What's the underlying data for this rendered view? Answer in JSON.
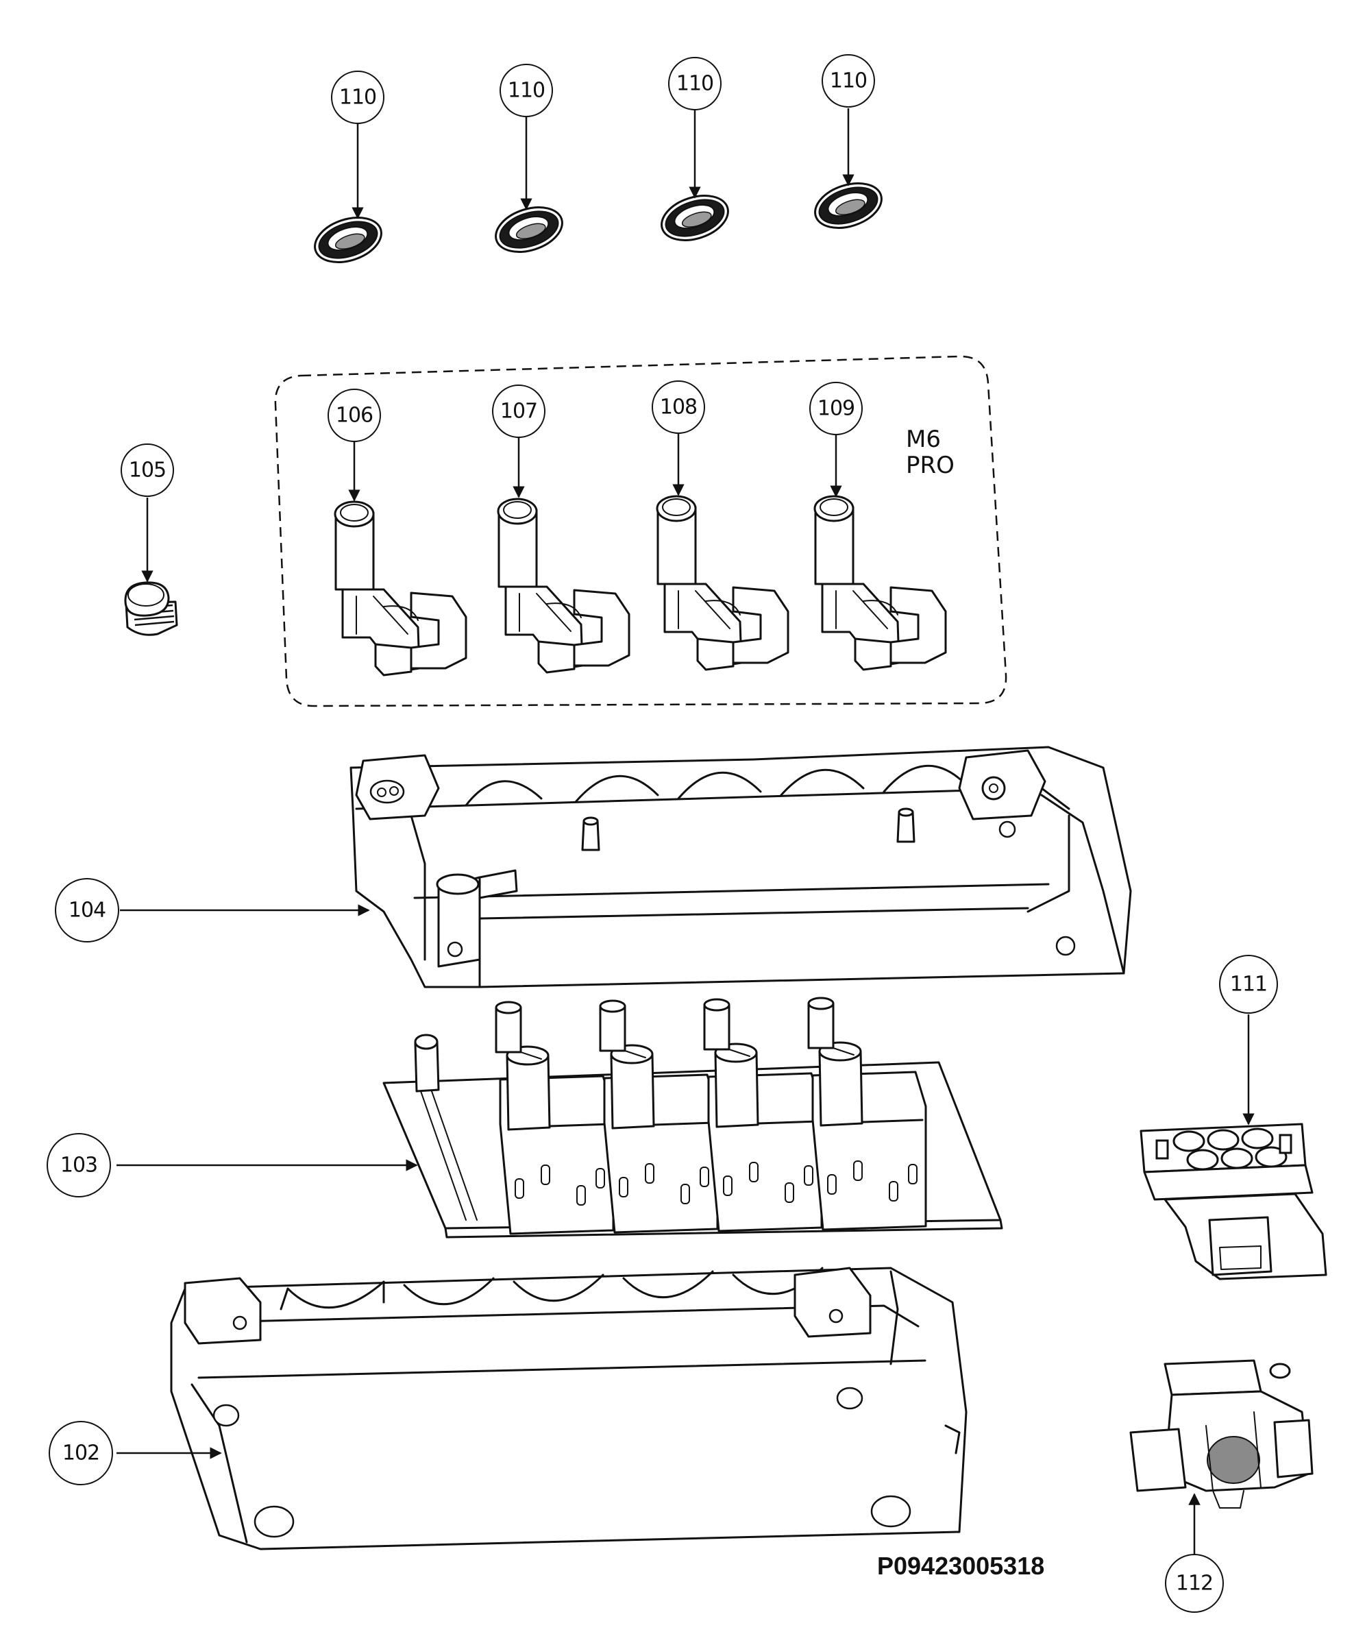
{
  "callouts": [
    {
      "label": "110"
    },
    {
      "label": "110"
    },
    {
      "label": "110"
    },
    {
      "label": "110"
    },
    {
      "label": "106"
    },
    {
      "label": "107"
    },
    {
      "label": "108"
    },
    {
      "label": "109"
    },
    {
      "label": "105"
    },
    {
      "label": "104"
    },
    {
      "label": "103"
    },
    {
      "label": "102"
    },
    {
      "label": "111"
    },
    {
      "label": "112"
    }
  ],
  "variant_note": {
    "line1": "M6",
    "line2": "PRO"
  },
  "drawing_number": "P09423005318"
}
